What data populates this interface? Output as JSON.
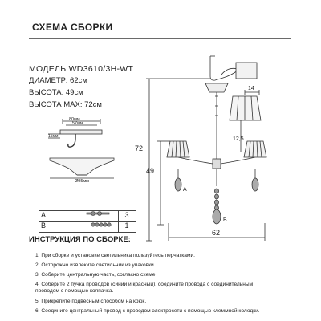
{
  "title": "СХЕМА СБОРКИ",
  "model": "МОДЕЛЬ WD3610/3H-WT",
  "specs": [
    {
      "label": "ДИАМЕТР: 62см"
    },
    {
      "label": "ВЫСОТА: 49см"
    },
    {
      "label": "ВЫСОТА MAX: 72см"
    }
  ],
  "canopy_dims": {
    "width_top": "80мм",
    "width_inner": "57мм",
    "height": "15мм",
    "diameter": "Ø95мм"
  },
  "parts": [
    {
      "letter": "A",
      "qty": "3"
    },
    {
      "letter": "B",
      "qty": "1"
    }
  ],
  "drawing_dims": {
    "height_max": "72",
    "height": "49",
    "shade_width": "14",
    "shade_height": "12,5",
    "diameter": "62",
    "mark_a": "A",
    "mark_b": "B"
  },
  "instructions_title": "ИНСТРУКЦИЯ ПО СБОРКЕ:",
  "steps": [
    "1. При сборке и установке светильника пользуйтесь перчатками.",
    "2. Осторожно извлеките светильник из упаковки.",
    "3. Соберите центральную часть, согласно схеме.",
    "4. Соберите 2 пучка проводов (синий и красный), соедините провода с соединительным",
    "    проводом с помощью колпачка.",
    "5. Прикрепите подвесным способом на крюк.",
    "6. Соедините центральный провод с проводом электросети с помощью клеммной колодки."
  ]
}
